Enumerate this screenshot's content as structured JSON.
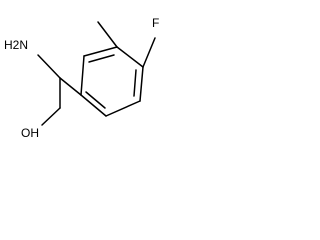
{
  "molecule": {
    "atoms": {
      "amine": "H2N",
      "fluorine": "F",
      "hydroxyl": "OH"
    }
  }
}
